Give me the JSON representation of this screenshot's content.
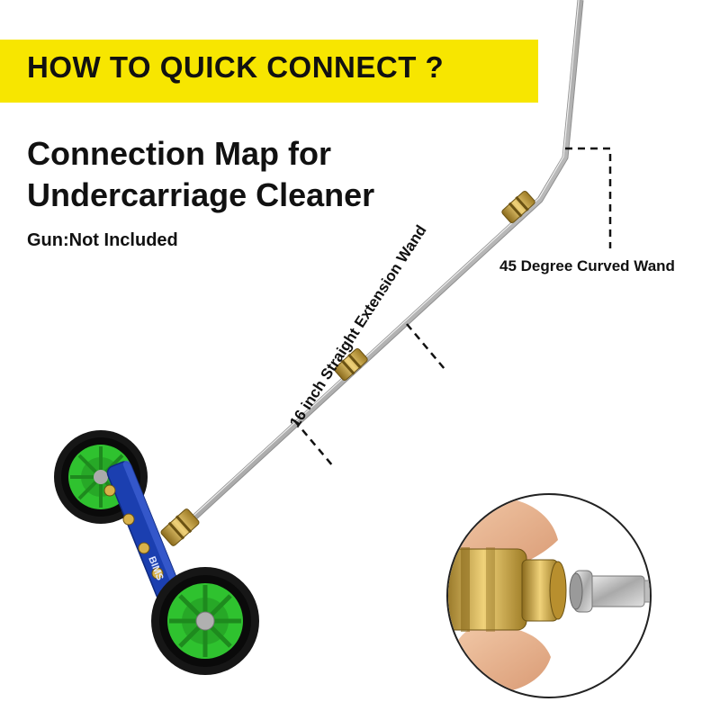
{
  "banner": {
    "text": "HOW TO QUICK CONNECT ?",
    "color": "#f7e600"
  },
  "heading": {
    "line1": "Connection Map for",
    "line2": "Undercarriage Cleaner"
  },
  "subtitle": "Gun:Not Included",
  "labels": {
    "curved_wand": "45 Degree Curved Wand",
    "straight_wand": "16 inch Straight Extension Wand"
  },
  "product": {
    "brand_mark": "BIMS"
  },
  "colors": {
    "cleaner_body": "#1b3fb0",
    "wheel_hub": "#2fc22f",
    "brass": "#c9a23c",
    "steel": "#c8c8c8"
  }
}
